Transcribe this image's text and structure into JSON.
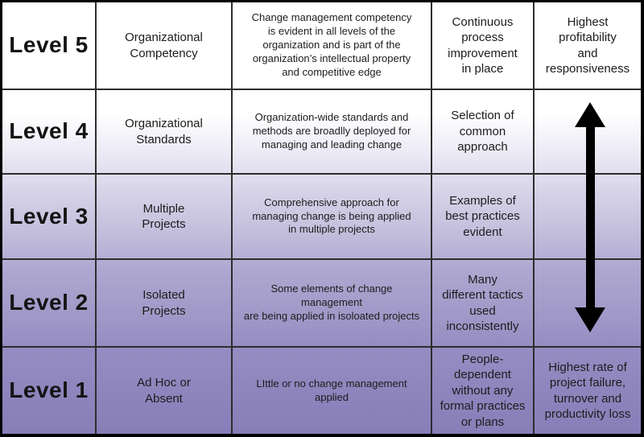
{
  "table": {
    "rows": [
      {
        "level": "Level 5",
        "name": "Organizational\nCompetency",
        "description": "Change management competency\nis evident in all levels of the\norganization and is part of the\norganization’s intellectual property\nand competitive edge",
        "status": "Continuous\nprocess\nimprovement\nin place",
        "outcome": "Highest\nprofitability\nand\nresponsiveness"
      },
      {
        "level": "Level 4",
        "name": "Organizational\nStandards",
        "description": "Organization-wide standards and\nmethods are broadlly deployed for\nmanaging and leading change",
        "status": "Selection of\ncommon\napproach",
        "outcome": ""
      },
      {
        "level": "Level 3",
        "name": "Multiple\nProjects",
        "description": "Comprehensive approach for\nmanaging change is being applied\nin multiple projects",
        "status": "Examples of\nbest practices\nevident",
        "outcome": ""
      },
      {
        "level": "Level 2",
        "name": "Isolated\nProjects",
        "description": "Some elements of change management\nare being applied in isoloated projects",
        "status": "Many\ndifferent tactics\nused\ninconsistently",
        "outcome": ""
      },
      {
        "level": "Level 1",
        "name": "Ad Hoc or\nAbsent",
        "description": "LIttle or no change management applied",
        "status": "People-dependent\nwithout any\nformal practices\nor plans",
        "outcome": "Highest rate of\nproject failure,\nturnover and\nproductivity loss"
      }
    ],
    "arrow": {
      "icon": "double-headed-vertical-arrow",
      "color": "#000000",
      "spans_levels": "Level 4 to Level 2"
    },
    "colors": {
      "gradient_top": "#ffffff",
      "gradient_bottom": "#887eb8",
      "grid_line": "#2d2d2d",
      "outer_border": "#000000",
      "text": "#1c1c1c"
    }
  }
}
